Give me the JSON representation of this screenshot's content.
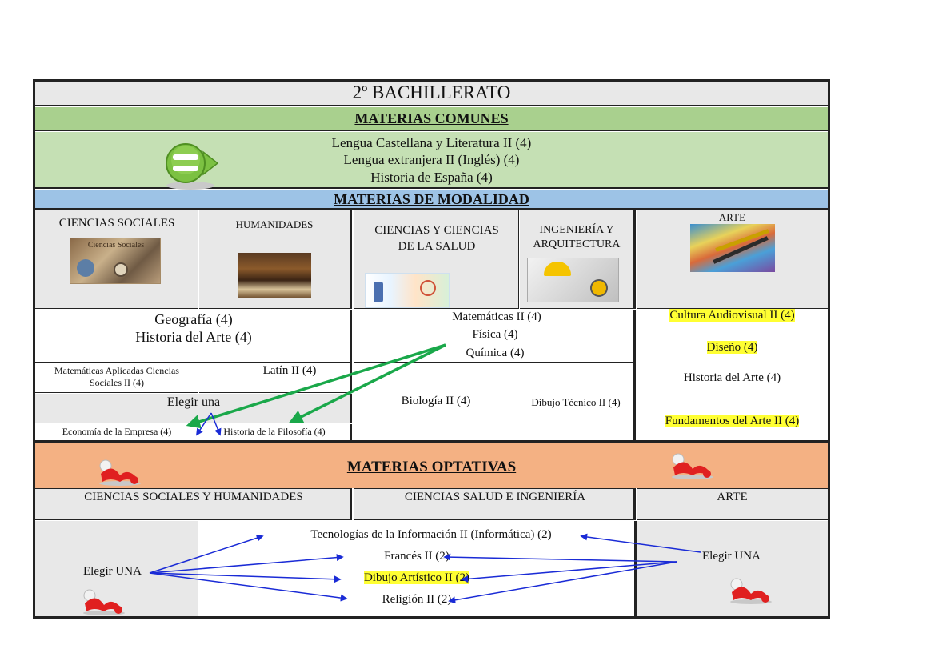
{
  "title": "2º BACHILLERATO",
  "comunes": {
    "header": "MATERIAS COMUNES",
    "subjects": [
      "Lengua Castellana y Literatura II (4)",
      "Lengua extranjera II (Inglés) (4)",
      "Historia de España (4)"
    ]
  },
  "modalidad": {
    "header": "MATERIAS DE MODALIDAD",
    "col_sociales": "CIENCIAS SOCIALES",
    "img_sociales_label": "Ciencias Sociales",
    "col_humanidades": "HUMANIDADES",
    "col_ciencias": [
      "CIENCIAS Y CIENCIAS",
      "DE LA SALUD"
    ],
    "col_ingenieria": [
      "INGENIERÍA Y",
      "ARQUITECTURA"
    ],
    "col_arte": "ARTE",
    "soc_main": [
      "Geografía (4)",
      "Historia del Arte (4)"
    ],
    "mat_aplicadas": [
      "Matemáticas Aplicadas Ciencias",
      "Sociales II (4)"
    ],
    "latin": "Latín II (4)",
    "elegir_una": "Elegir una",
    "economia": "Economía de la Empresa (4)",
    "historia_filosofia": "Historia de la Filosofía (4)",
    "cie_main": [
      "Matemáticas II (4)",
      "Física  (4)",
      "Química (4)"
    ],
    "biologia": "Biología II (4)",
    "dibujo_tecnico": "Dibujo Técnico II (4)",
    "arte_subjects": [
      "Cultura Audiovisual  II (4)",
      "Diseño (4)",
      "Historia del Arte (4)",
      "Fundamentos del Arte II (4)"
    ]
  },
  "optativas": {
    "header": "MATERIAS OPTATIVAS",
    "col_soc": "CIENCIAS SOCIALES Y HUMANIDADES",
    "col_cie": "CIENCIAS SALUD E INGENIERÍA",
    "col_arte": "ARTE",
    "elegir_left": "Elegir UNA",
    "elegir_right": "Elegir UNA",
    "subjects": [
      "Tecnologías de la Información II (Informática) (2)",
      "Francés II  (2)",
      "Dibujo Artístico II (2)",
      "Religión II (2)"
    ]
  },
  "colors": {
    "comunes_green": "#c5e0b4",
    "comunes_header": "#a9d08e",
    "modalidad_blue": "#9dc3e6",
    "optativas_orange": "#f4b183",
    "highlight": "#ffff33",
    "arrow_green": "#1aa84a",
    "arrow_blue": "#1a2bd6"
  }
}
